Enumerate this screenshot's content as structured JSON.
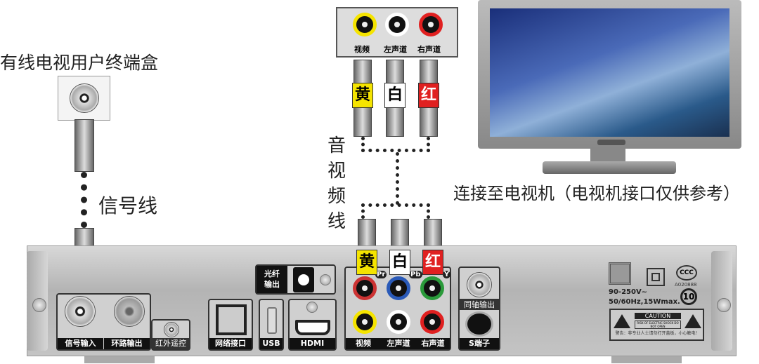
{
  "labels": {
    "wall_box": "有线电视用户终端盒",
    "signal_cable": "信号线",
    "av_cable": "音视频线",
    "tv": "连接至电视机（电视机接口仅供参考）"
  },
  "tv_panel": [
    "视频",
    "左声道",
    "右声道"
  ],
  "plugs": [
    {
      "label": "黄",
      "color": "#f5e400"
    },
    {
      "label": "白",
      "color": "#ffffff"
    },
    {
      "label": "红",
      "color": "#e02020"
    }
  ],
  "back_panel": {
    "signal_in": "信号输入",
    "loop_out": "环路输出",
    "ir": "红外遥控",
    "network": "网络接口",
    "usb": "USB",
    "hdmi": "HDMI",
    "optical": "光纤\n输出",
    "video": "视频",
    "left": "左声道",
    "right": "右声道",
    "coaxial": "同轴输出",
    "s_video": "S端子",
    "pr": "Pr",
    "pb": "Pb",
    "y": "Y",
    "power": "90-250V~\n50/60Hz,15Wmax.",
    "cert_code": "A020888",
    "eco": "10",
    "caution": "CAUTION",
    "caution_sub": "RISK OF ELECTRIC SHOCK DO NOT OPEN",
    "warning": "警告：非专业人士请勿打开盖板，小心触电！"
  }
}
